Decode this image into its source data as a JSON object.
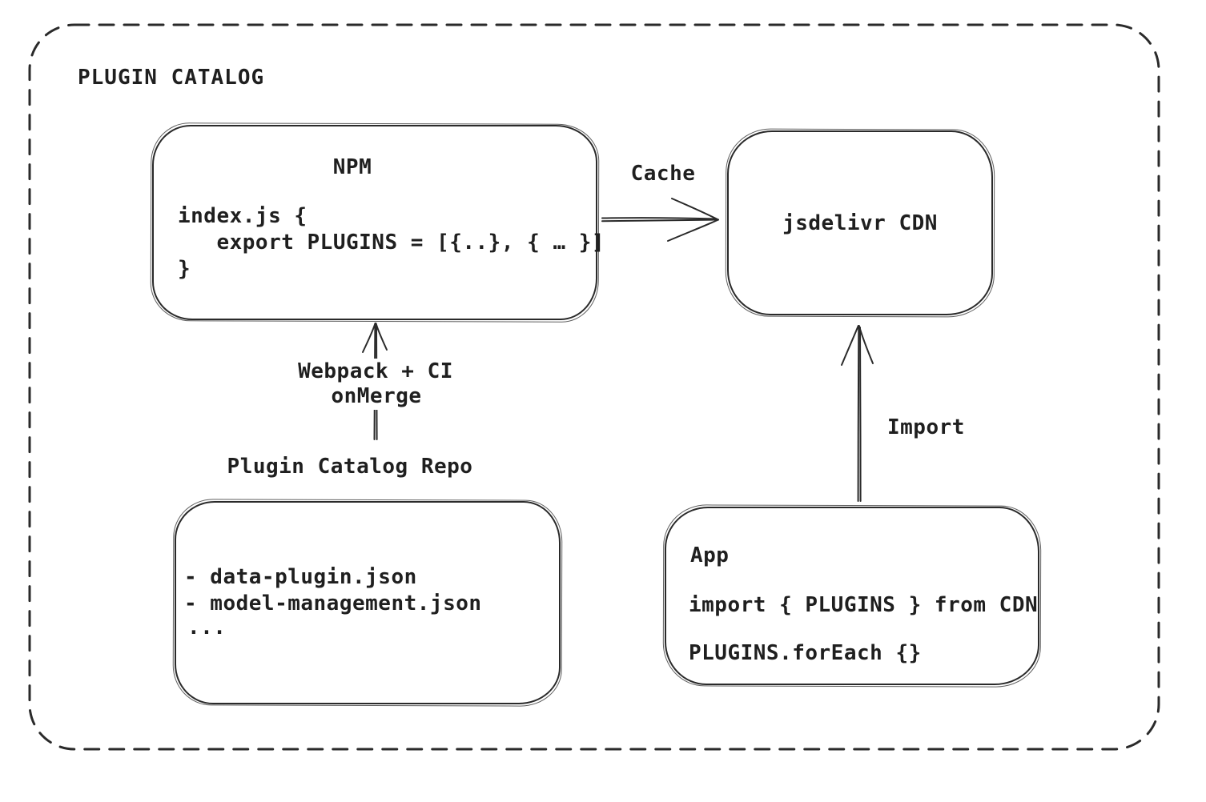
{
  "diagram": {
    "title": "PLUGIN CATALOG",
    "colors": {
      "stroke": "#2a2a2a",
      "text": "#1f1f1f",
      "background": "#ffffff"
    },
    "nodes": {
      "npm": {
        "title": "NPM",
        "code": [
          "index.js {",
          "   export PLUGINS = [{..}, { … }]",
          "}"
        ]
      },
      "cdn": {
        "label": "jsdelivr CDN"
      },
      "repo": {
        "label": "Plugin Catalog Repo",
        "files": [
          "- data-plugin.json",
          "- model-management.json",
          "..."
        ]
      },
      "app": {
        "title": "App",
        "code": [
          "import { PLUGINS } from CDN",
          "PLUGINS.forEach {}"
        ]
      }
    },
    "edges": {
      "cache": {
        "label": "Cache",
        "from": "NPM",
        "to": "jsdelivr CDN"
      },
      "webpack": {
        "label_line1": "Webpack + CI",
        "label_line2": "onMerge",
        "from": "Plugin Catalog Repo",
        "to": "NPM"
      },
      "import": {
        "label": "Import",
        "from": "App",
        "to": "jsdelivr CDN"
      }
    }
  }
}
